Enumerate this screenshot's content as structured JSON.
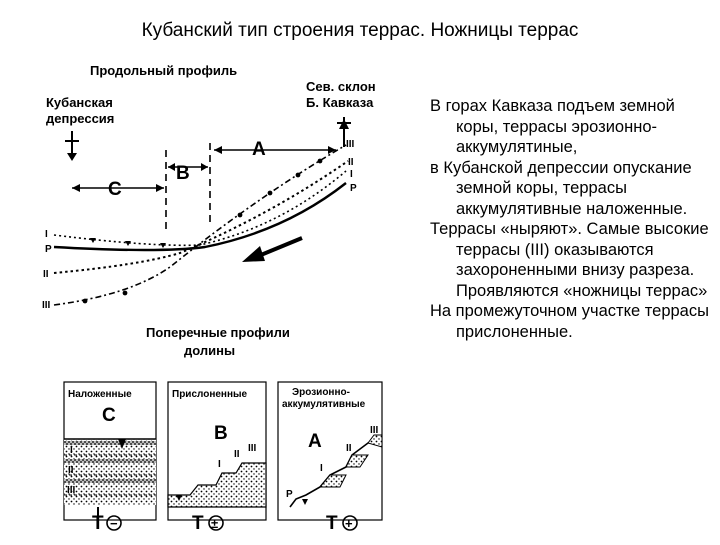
{
  "slide": {
    "title": "Кубанский тип строения террас. Ножницы террас"
  },
  "diagram": {
    "longitudinal_title": "Продольный профиль",
    "kuban_depression": [
      "Кубанская",
      "депрессия"
    ],
    "north_slope": [
      "Сев. склон",
      "Б. Кавказа"
    ],
    "zone_a": "A",
    "zone_b": "B",
    "zone_c": "C",
    "terrace_i": "I",
    "terrace_ii": "II",
    "terrace_iii": "III",
    "river_p": "P",
    "transverse_title": [
      "Поперечные профили",
      "долины"
    ],
    "panel_left_title": "Наложенные",
    "panel_mid_title": "Прислоненные",
    "panel_right_title": [
      "Эрозионно-",
      "аккумулятивные"
    ],
    "tectonic_t": "T",
    "sign_minus": "−",
    "sign_plusminus": "±",
    "sign_plus": "+"
  },
  "text": {
    "paragraphs": [
      "В горах Кавказа подъем земной коры, террасы эрозионно-аккумулятиные,",
      "в Кубанской депрессии опускание земной коры, террасы аккумулятивные наложенные.",
      "Террасы «ныряют». Самые высокие террасы (III) оказываются захороненными внизу разреза. Проявляются «ножницы террас»",
      "На промежуточном участке террасы прислоненные."
    ]
  }
}
